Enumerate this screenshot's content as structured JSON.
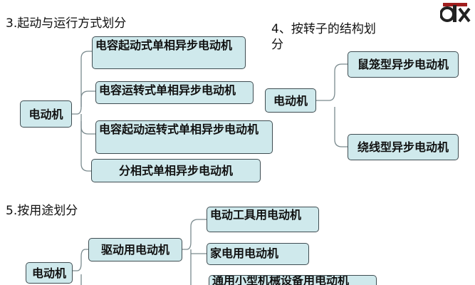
{
  "logo_text": "OTX",
  "section3": {
    "heading": "3.起动与运行方式划分",
    "root": "电动机",
    "items": [
      "电容起动式单相异步电动机",
      "电容运转式单相异步电动机",
      "电容起动运转式单相异步电动机",
      "分相式单相异步电动机"
    ]
  },
  "section4": {
    "heading_line1": "4、按转子的结构划",
    "heading_line2": "分",
    "root": "电动机",
    "items": [
      "鼠笼型异步电动机",
      "绕线型异步电动机"
    ]
  },
  "section5": {
    "heading": "5.按用途划分",
    "root": "电动机",
    "middle": "驱动用电动机",
    "items": [
      "电动工具用电动机",
      "家电用电动机",
      "通用小型机械设备用电动机"
    ]
  }
}
